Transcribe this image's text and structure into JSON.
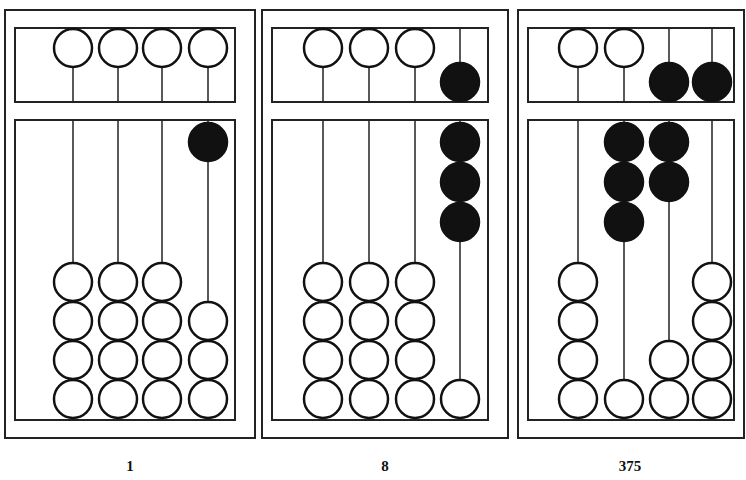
{
  "diagram": {
    "labels": [
      "1",
      "8",
      "375"
    ]
  }
}
